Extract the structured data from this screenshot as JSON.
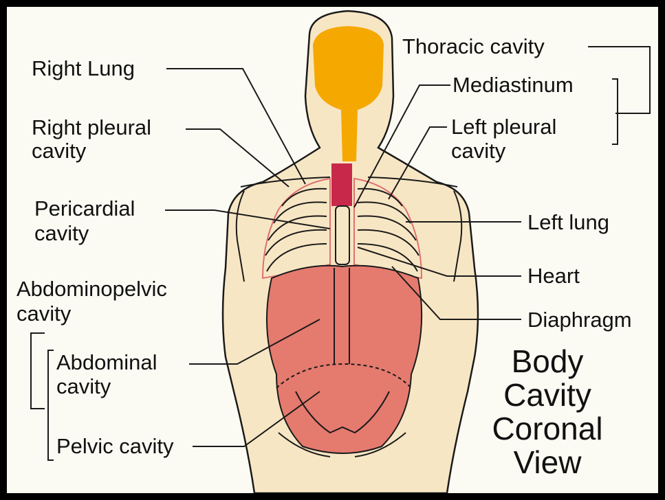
{
  "labels": {
    "right_lung": "Right Lung",
    "right_pleural_1": "Right pleural",
    "right_pleural_2": "cavity",
    "pericardial_1": "Pericardial",
    "pericardial_2": "cavity",
    "abdominopelvic_1": "Abdominopelvic",
    "abdominopelvic_2": "cavity",
    "abdominal_1": "Abdominal",
    "abdominal_2": "cavity",
    "pelvic": "Pelvic cavity",
    "thoracic": "Thoracic cavity",
    "mediastinum": "Mediastinum",
    "left_pleural_1": "Left pleural",
    "left_pleural_2": "cavity",
    "left_lung": "Left lung",
    "heart": "Heart",
    "diaphragm": "Diaphragm"
  },
  "title": {
    "line1": "Body",
    "line2": "Cavity",
    "line3": "Coronal",
    "line4": "View"
  },
  "colors": {
    "skin": "#f7e6c4",
    "outline": "#1a1a1a",
    "cranial": "#f5a800",
    "mediastinum_upper": "#c8284a",
    "abdominopelvic": "#e57a6e"
  }
}
